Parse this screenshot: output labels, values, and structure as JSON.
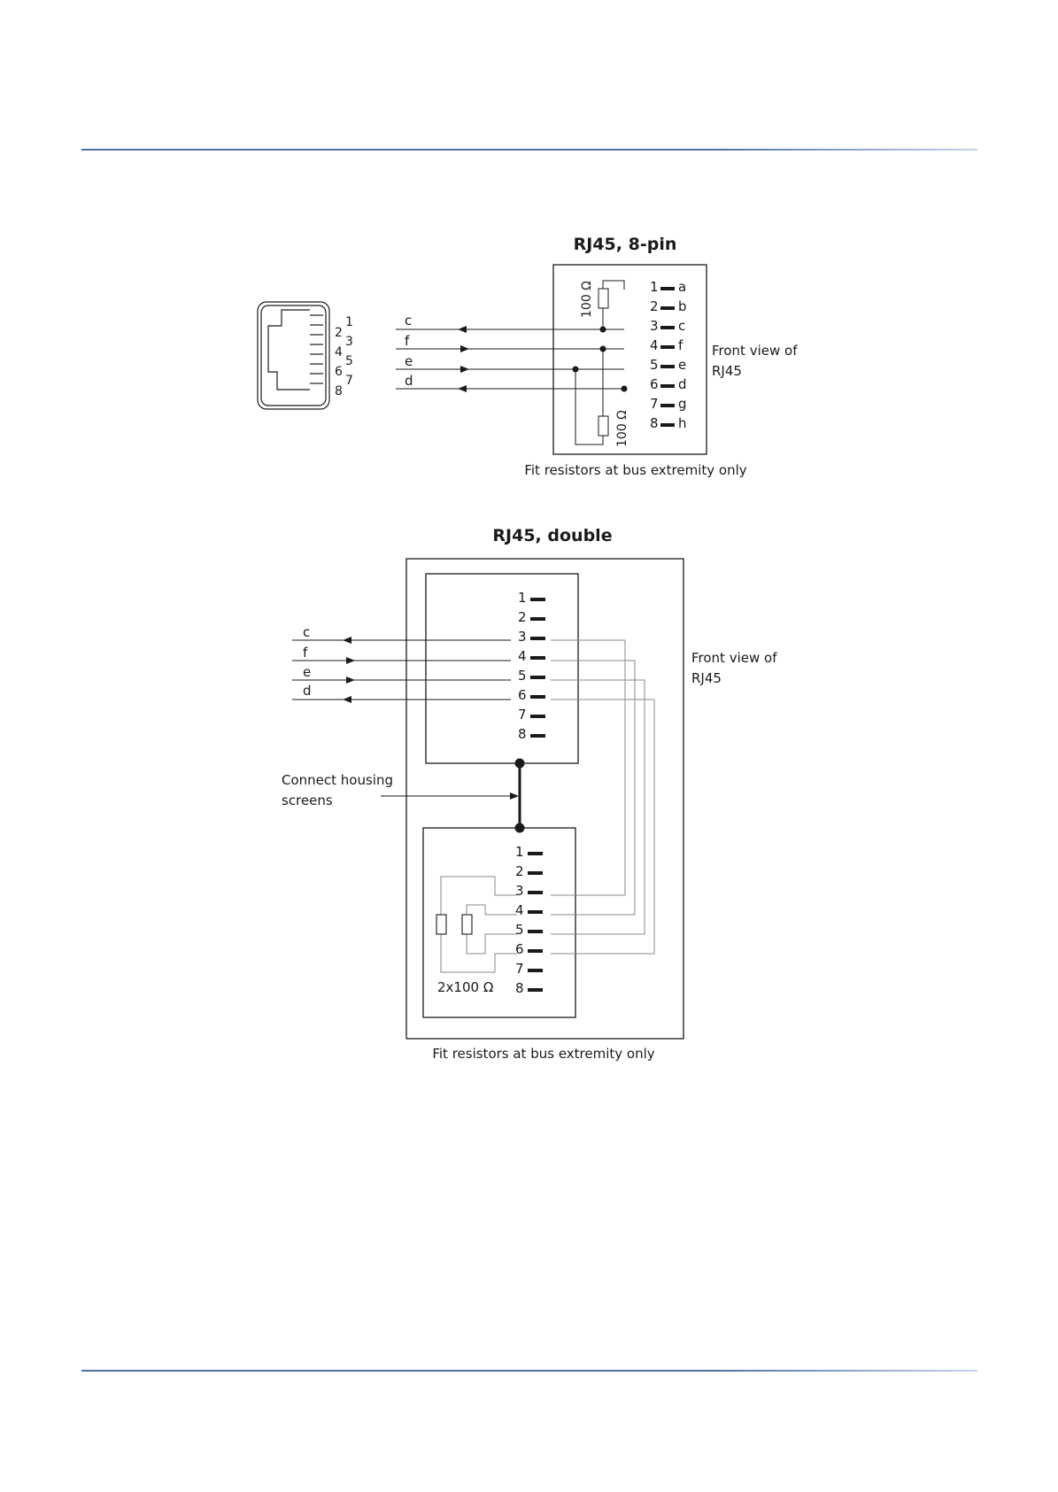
{
  "colors": {
    "rule": "#4a6fa5",
    "line": "#1a1a1a",
    "wire": "#7a7a7a"
  },
  "diagram1": {
    "title": "RJ45, 8-pin",
    "plug_numbers_left": [
      "2",
      "4",
      "6",
      "8"
    ],
    "plug_numbers_right": [
      "1",
      "3",
      "5",
      "7"
    ],
    "signals": [
      "c",
      "f",
      "e",
      "d"
    ],
    "pins": [
      {
        "num": "1",
        "sig": "a"
      },
      {
        "num": "2",
        "sig": "b"
      },
      {
        "num": "3",
        "sig": "c"
      },
      {
        "num": "4",
        "sig": "f"
      },
      {
        "num": "5",
        "sig": "e"
      },
      {
        "num": "6",
        "sig": "d"
      },
      {
        "num": "7",
        "sig": "g"
      },
      {
        "num": "8",
        "sig": "h"
      }
    ],
    "resistor_top": "100 Ω",
    "resistor_bottom": "100 Ω",
    "front_view_line1": "Front view of",
    "front_view_line2": "RJ45",
    "note": "Fit resistors at bus extremity only"
  },
  "diagram2": {
    "title": "RJ45, double",
    "signals": [
      "c",
      "f",
      "e",
      "d"
    ],
    "pins": [
      "1",
      "2",
      "3",
      "4",
      "5",
      "6",
      "7",
      "8"
    ],
    "resistors": "2x100 Ω",
    "connect_line1": "Connect housing",
    "connect_line2": "screens",
    "front_view_line1": "Front view of",
    "front_view_line2": "RJ45",
    "note": "Fit resistors at bus extremity only"
  }
}
